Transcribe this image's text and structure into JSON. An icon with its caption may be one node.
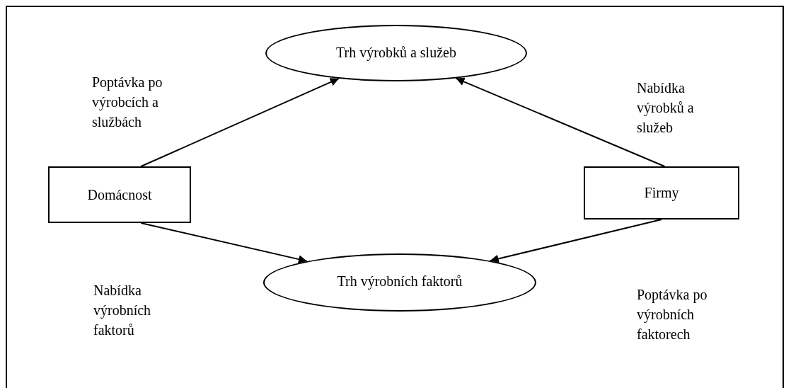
{
  "diagram": {
    "nodes": [
      {
        "text": [
          "Trh výrobků a služeb"
        ]
      },
      {
        "text": [
          "Domácnost"
        ]
      },
      {
        "text": [
          "Firmy"
        ]
      },
      {
        "text": [
          "Trh výrobních faktorů"
        ]
      }
    ],
    "edges": [
      {
        "from": 1,
        "to": 0,
        "arrow": "to",
        "label": "Poptávka po výrobcích a službách"
      },
      {
        "from": 2,
        "to": 0,
        "arrow": "to",
        "label": "Nabídka výrobků a služeb"
      },
      {
        "from": 1,
        "to": 3,
        "arrow": "to",
        "label": "Nabídka výrobních faktorů"
      },
      {
        "from": 2,
        "to": 3,
        "arrow": "to",
        "label": "Poptávka po výrobních faktorech"
      }
    ]
  }
}
